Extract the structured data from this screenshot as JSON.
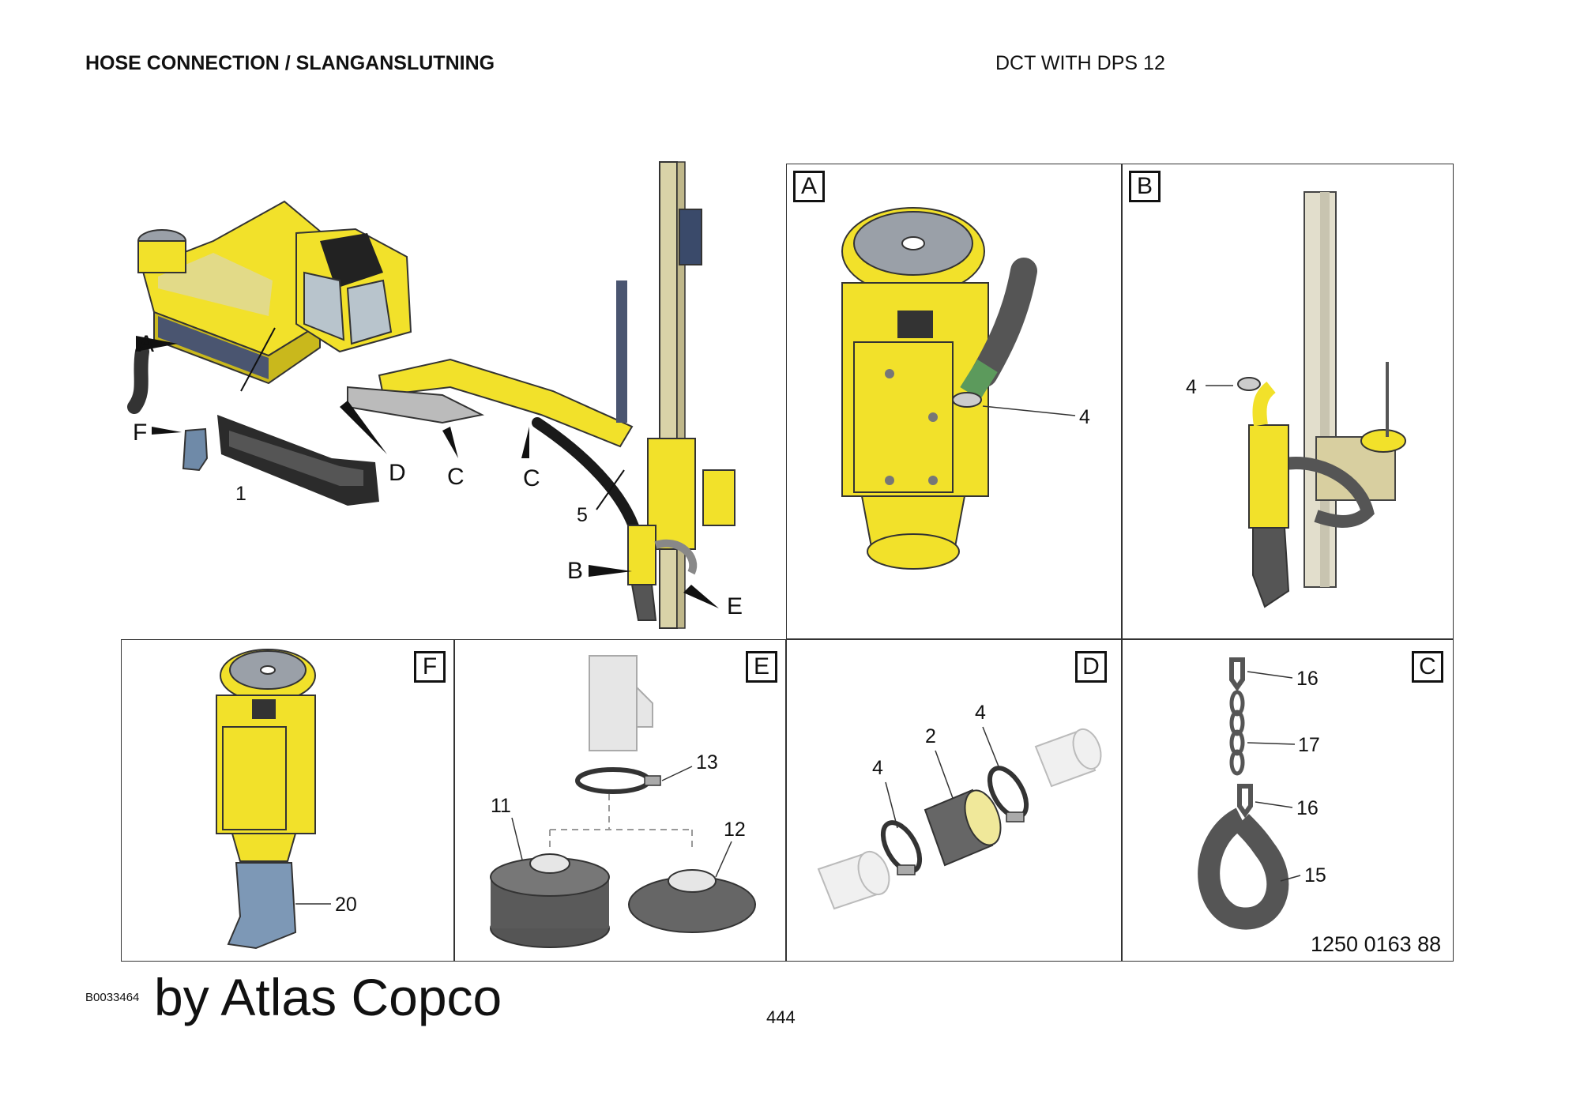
{
  "header": {
    "title_left": "HOSE CONNECTION / SLANGANSLUTNING",
    "title_right": "DCT WITH DPS 12"
  },
  "main_view": {
    "callouts": [
      "A",
      "F",
      "1",
      "D",
      "C",
      "C",
      "5",
      "B",
      "E"
    ]
  },
  "panels": {
    "A": {
      "tag": "A",
      "labels": [
        "4"
      ]
    },
    "B": {
      "tag": "B",
      "labels": [
        "4"
      ]
    },
    "F": {
      "tag": "F",
      "labels": [
        "20"
      ]
    },
    "E": {
      "tag": "E",
      "labels": [
        "13",
        "11",
        "12"
      ]
    },
    "D": {
      "tag": "D",
      "labels": [
        "2",
        "4",
        "4"
      ]
    },
    "C": {
      "tag": "C",
      "labels": [
        "16",
        "17",
        "16",
        "15"
      ],
      "part_number": "1250 0163 88"
    }
  },
  "footer": {
    "image_id": "B0033464",
    "brand": "by Atlas Copco",
    "page_number": "444"
  },
  "colors": {
    "machine_yellow": "#f2e12a",
    "hose_grey": "#6b6b6b",
    "frame_grey": "#555555"
  }
}
